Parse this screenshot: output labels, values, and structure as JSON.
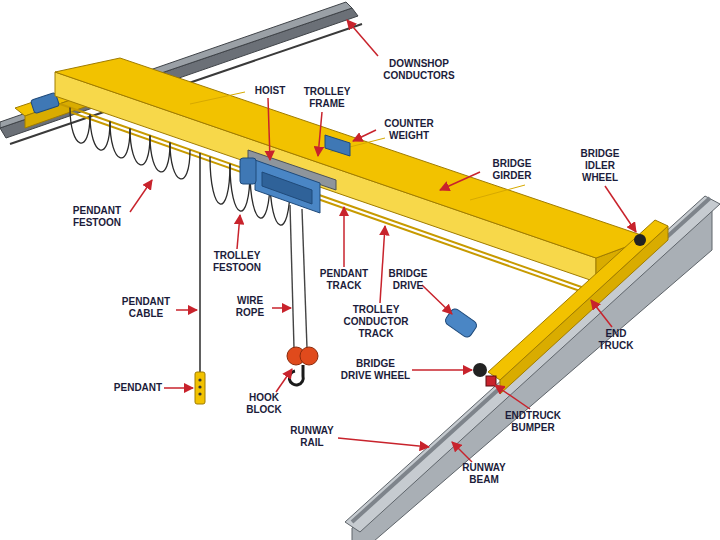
{
  "diagram": {
    "labels": [
      "DOWNSHOP CONDUCTORS",
      "HOIST",
      "TROLLEY FRAME",
      "COUNTER WEIGHT",
      "BRIDGE IDLER WHEEL",
      "BRIDGE GIRDER",
      "PENDANT FESTOON",
      "TROLLEY FESTOON",
      "PENDANT TRACK",
      "BRIDGE DRIVE",
      "PENDANT CABLE",
      "WIRE ROPE",
      "TROLLEY CONDUCTOR TRACK",
      "END TRUCK",
      "BRIDGE DRIVE WHEEL",
      "PENDANT",
      "HOOK BLOCK",
      "ENDTRUCK BUMPER",
      "RUNWAY RAIL",
      "RUNWAY BEAM"
    ]
  }
}
